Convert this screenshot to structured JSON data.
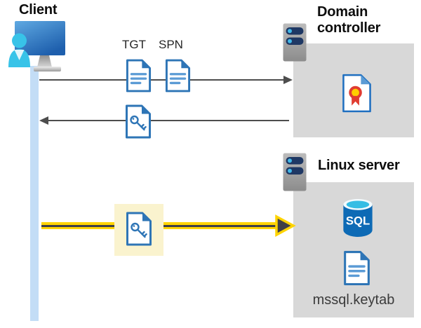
{
  "client": {
    "label": "Client"
  },
  "tickets": {
    "tgt": "TGT",
    "spn": "SPN"
  },
  "domain_controller": {
    "label": "Domain controller"
  },
  "linux_server": {
    "label": "Linux server",
    "sql_badge": "SQL",
    "keytab_filename": "mssql.keytab"
  },
  "icons": {
    "client": "user-at-computer-icon",
    "client_timeline": "lifeline-bar",
    "domain_controller": "server-icon",
    "linux_server": "server-icon",
    "tgt": "document-icon",
    "spn": "document-icon",
    "key_ticket": "key-document-icon",
    "highlighted_key_ticket": "key-document-icon",
    "certificate": "certificate-icon",
    "sql_database": "sql-database-icon",
    "keytab": "document-icon"
  },
  "colors": {
    "document_blue": "#2E75B6",
    "document_line_blue": "#5B9BD5",
    "panel_gray": "#D8D8D8",
    "arrow_gray": "#4D4D4D",
    "highlight_yellow_bg": "#FAF3CE",
    "arrow_yellow": "#FFD400",
    "arrow_dark_core": "#3F3F46",
    "timeline_blue": "#C3DDF6",
    "server_bar_navy": "#1F3864",
    "server_dot_blue": "#41B8E8",
    "person_cyan": "#38C3E8",
    "monitor_blue": "#2161AE",
    "sql_cylinder_blue": "#0D6AB5",
    "sql_top_cyan": "#35BDE4",
    "certificate_red": "#E03C31",
    "certificate_gold": "#FFCE00"
  }
}
